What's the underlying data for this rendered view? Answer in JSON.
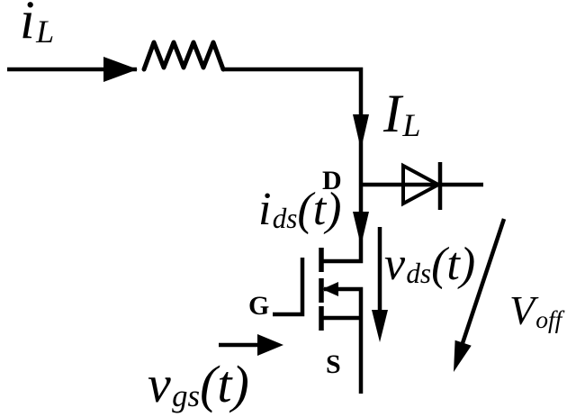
{
  "figure": {
    "background_color": "#ffffff",
    "ink_color": "#000000"
  },
  "labels": {
    "inductor_current": {
      "base": "i",
      "sub": "L"
    },
    "dc_inductor_current": {
      "base": "I",
      "sub": "L"
    },
    "drain_terminal": "D",
    "gate_terminal": "G",
    "source_terminal": "S",
    "drain_current": {
      "base": "i",
      "sub": "ds",
      "arg": "(t)"
    },
    "drain_source_voltage": {
      "base": "v",
      "sub": "ds",
      "arg": "(t)"
    },
    "gate_source_voltage": {
      "base": "v",
      "sub": "gs",
      "arg": "(t)"
    },
    "off_voltage": {
      "base": "V",
      "sub": "off"
    }
  }
}
